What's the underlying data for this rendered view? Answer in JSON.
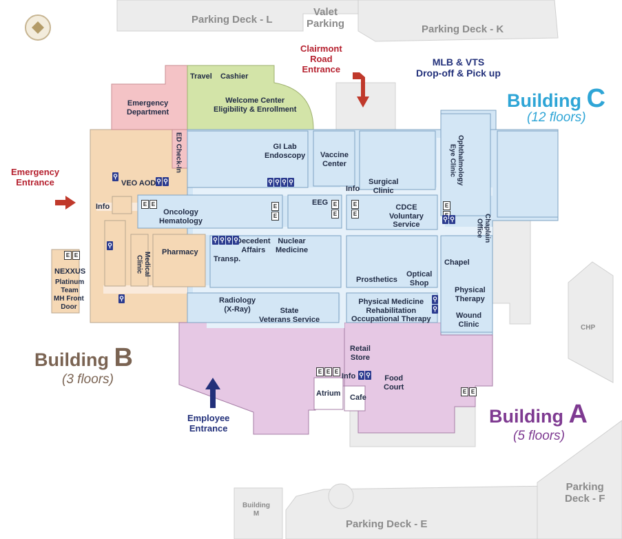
{
  "parking": {
    "deck_l": "Parking Deck - L",
    "valet": "Valet\nParking",
    "deck_k": "Parking Deck - K",
    "deck_e": "Parking Deck - E",
    "deck_f": "Parking\nDeck - F",
    "chp": "CHP",
    "building_m": "Building\nM"
  },
  "entrances": {
    "clairmont": "Clairmont\nRoad\nEntrance",
    "mlb_vts": "MLB & VTS\nDrop-off & Pick up",
    "emergency": "Emergency\nEntrance",
    "employee": "Employee\nEntrance"
  },
  "buildings": {
    "c_word": "Building",
    "c_letter": "C",
    "c_floors": "(12 floors)",
    "b_word": "Building",
    "b_letter": "B",
    "b_floors": "(3 floors)",
    "a_word": "Building",
    "a_letter": "A",
    "a_floors": "(5 floors)"
  },
  "colors": {
    "building_a": "#e6c8e4",
    "building_b": "#f5d8b5",
    "building_c": "#d3e6f5",
    "emergency": "#f4c3c6",
    "welcome": "#d3e4a8",
    "gray_area": "#dcdcdc",
    "label_c": "#2ea5d6",
    "label_b": "#7a6352",
    "label_a": "#7e3a91",
    "entrance_red": "#b5202e",
    "entrance_blue": "#22307a"
  },
  "rooms": {
    "travel": "Travel",
    "cashier": "Cashier",
    "welcome": "Welcome Center\nEligibility & Enrollment",
    "emergency_dept": "Emergency\nDepartment",
    "ed_checkin": "ED Check-In",
    "gi_lab": "GI Lab\nEndoscopy",
    "vaccine": "Vaccine\nCenter",
    "surgical": "Surgical\nClinic",
    "info_c": "Info",
    "ophthalmology": "Ophthalmology\nEye Clinic",
    "eeg": "EEG",
    "cdce": "CDCE\nVoluntary\nService",
    "chaplain": "Chaplain\nOffice",
    "veo_aod": "VEO AOD",
    "info_b": "Info",
    "oncology": "Oncology\nHematology",
    "decedent": "Decedent\nAffairs",
    "nuclear": "Nuclear\nMedicine",
    "transp": "Transp.",
    "pharmacy": "Pharmacy",
    "medical_clinic": "Medical\nClinic",
    "chapel": "Chapel",
    "prosthetics": "Prosthetics",
    "optical": "Optical\nShop",
    "physical_therapy": "Physical\nTherapy",
    "wound": "Wound\nClinic",
    "radiology": "Radiology\n(X-Ray)",
    "state_vet": "State\nVeterans Service",
    "pm_rehab": "Physical Medicine\nRehabilitation\nOccupational Therapy",
    "nexxus": "NEXXUS",
    "platinum": "Platinum\nTeam",
    "mh_front": "MH Front\nDoor",
    "retail": "Retail\nStore",
    "info_a": "Info",
    "food_court": "Food\nCourt",
    "atrium": "Atrium",
    "cafe": "Cafe"
  },
  "icons": {
    "elevator_letter": "E",
    "restroom": "restroom-icon",
    "elevator": "elevator-icon",
    "compass": "compass-logo-icon",
    "arrow": "entrance-arrow-icon"
  }
}
